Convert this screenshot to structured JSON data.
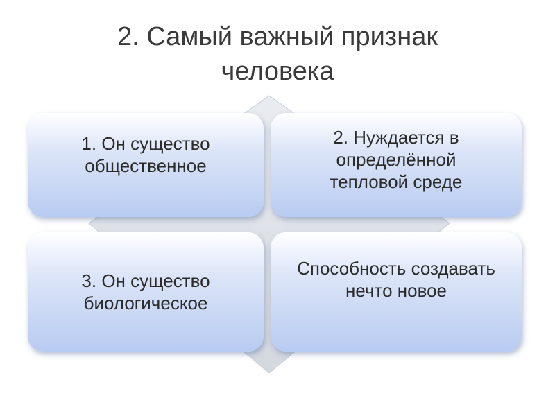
{
  "title": {
    "line1": "2. Самый важный признак",
    "line2": "человека"
  },
  "quadrants": [
    {
      "line1": "1. Он существо",
      "line2": "общественное",
      "line3": ""
    },
    {
      "line1": "2. Нуждается в",
      "line2": "определённой",
      "line3": "тепловой среде"
    },
    {
      "line1": "3. Он существо",
      "line2": "биологическое",
      "line3": ""
    },
    {
      "line1": "Способность создавать",
      "line2": "нечто новое",
      "line3": ""
    }
  ],
  "colors": {
    "box_top": "#ffffff",
    "box_bottom": "#b8cbf1",
    "diamond": "#dfe3e8",
    "text": "#2b2b2b",
    "title": "#3a3a3a"
  }
}
